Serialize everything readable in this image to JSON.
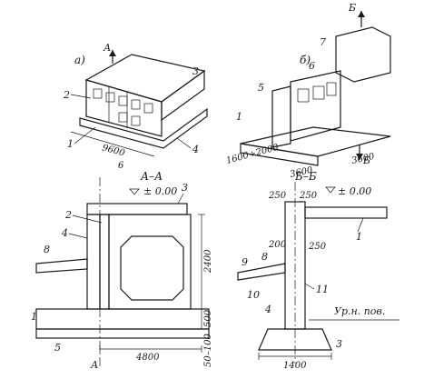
{
  "fig_a": {
    "letter": "а)",
    "section_mark": "А",
    "callouts": [
      "1",
      "2",
      "3",
      "4"
    ],
    "dims": [
      "9600",
      "6"
    ]
  },
  "fig_b": {
    "letter": "б)",
    "section_mark": "Б",
    "callouts": [
      "1",
      "5",
      "6",
      "7"
    ],
    "dims": [
      "1600÷2000",
      "3600",
      "3600"
    ]
  },
  "section_aa": {
    "title": "А–А",
    "level": "± 0.00",
    "callouts": [
      "1",
      "2",
      "3",
      "4",
      "5",
      "8"
    ],
    "dims": [
      "2400",
      "500",
      "50–100",
      "4800"
    ],
    "axis_mark": "А"
  },
  "section_bb": {
    "title": "Б–Б",
    "level": "± 0.00",
    "ground_label": "Ур.н. пов.",
    "callouts": [
      "1",
      "3",
      "4",
      "8",
      "9",
      "10",
      "11"
    ],
    "dims": [
      "250",
      "250",
      "200",
      "250",
      "1400"
    ]
  }
}
